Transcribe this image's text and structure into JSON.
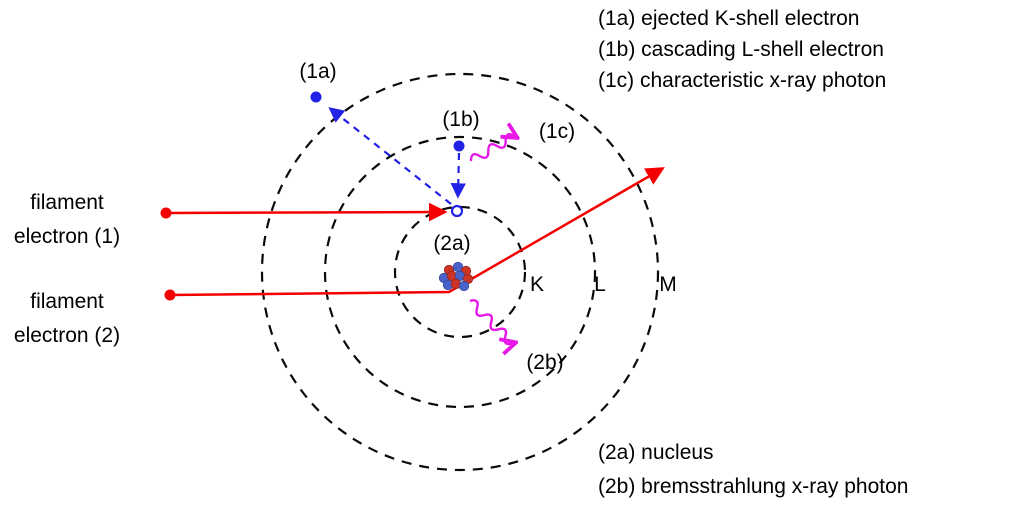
{
  "colors": {
    "background": "#ffffff",
    "shell_line": "#0a0a0a",
    "electron_beam_red": "#f50000",
    "electron_blue": "#2323e6",
    "photon_magenta": "#e818e8",
    "nucleus_red": "#cc3526",
    "nucleus_blue": "#4a62c9",
    "text": "#000000"
  },
  "labels": {
    "filament1_line1": "filament",
    "filament1_line2": "electron (1)",
    "filament2_line1": "filament",
    "filament2_line2": "electron (2)",
    "p1a": "(1a)",
    "p1b": "(1b)",
    "p1c": "(1c)",
    "p2a": "(2a)",
    "p2b": "(2b)",
    "shell_k": "K",
    "shell_l": "L",
    "shell_m": "M"
  },
  "legend_top": [
    "(1a) ejected K-shell electron",
    "(1b) cascading L-shell electron",
    "(1c) characteristic x-ray photon"
  ],
  "legend_bottom": [
    "(2a) nucleus",
    "(2b) bremsstrahlung x-ray photon"
  ]
}
